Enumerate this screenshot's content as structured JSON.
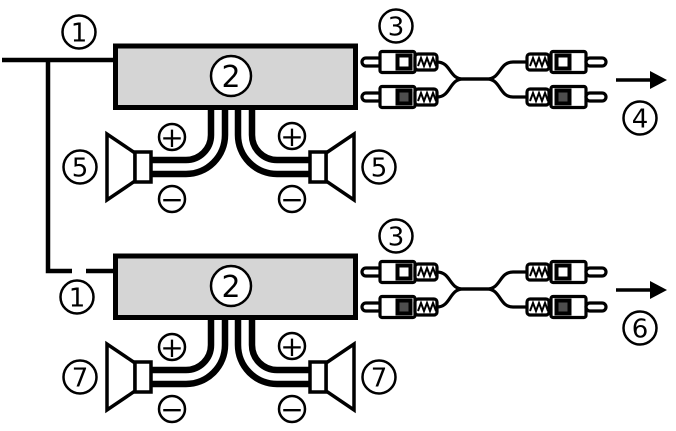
{
  "colors": {
    "background": "#ffffff",
    "line": "#000000",
    "amplifier_fill": "#d5d5d5",
    "rca_plug_dark": "#4d4d4d",
    "rca_plug_light": "#ffffff"
  },
  "callouts": {
    "power_cord": "1",
    "amplifier": "2",
    "rca_cable": "3",
    "output_a": "4",
    "speakers_a": "5",
    "output_b": "6",
    "speakers_b": "7"
  },
  "polarity": {
    "plus": "+",
    "minus": "−"
  }
}
